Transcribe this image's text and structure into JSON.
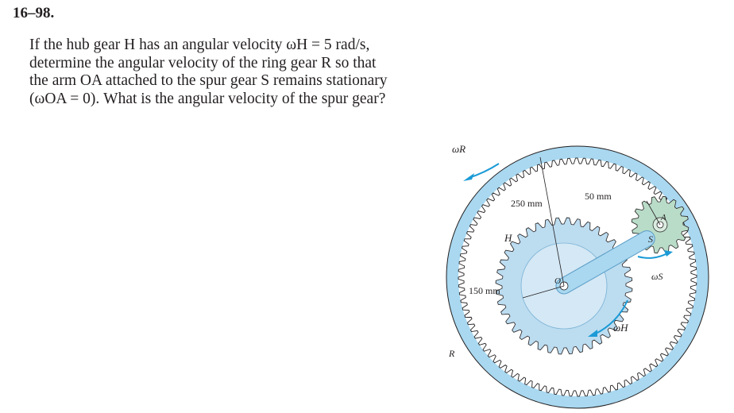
{
  "problem": {
    "number": "16–98.",
    "lines": [
      "If the hub gear H has an angular velocity ωH = 5 rad/s,",
      "determine the angular velocity of the ring gear R so that",
      "the arm OA attached to the spur gear S remains stationary",
      "(ωOA = 0). What is the angular velocity of the spur gear?"
    ]
  },
  "figure": {
    "labels": {
      "omega_r": "ωR",
      "omega_h": "ωH",
      "omega_s": "ωS",
      "ring": "R",
      "hub": "H",
      "spur": "S",
      "point_a": "A",
      "point_o": "O",
      "dim_250": "250 mm",
      "dim_50": "50 mm",
      "dim_150": "150 mm"
    },
    "colors": {
      "ring_fill": "#a9d8f0",
      "hub_fill": "#bcdcf0",
      "spur_fill": "#b9dcc8",
      "arm_fill": "#a9d8f0",
      "arrow": "#1a9ad6",
      "ink": "#231f20"
    }
  }
}
